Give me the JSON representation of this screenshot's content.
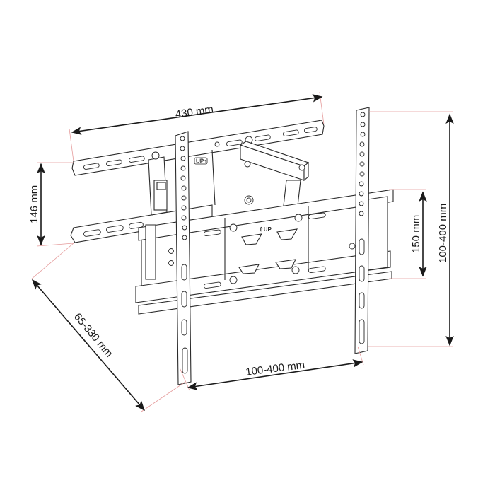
{
  "diagram": {
    "subject": "Full-motion TV wall mount bracket with articulating arm",
    "dimensions": {
      "wall_plate_width": "430 mm",
      "wall_plate_height": "146 mm",
      "arm_extension": "65-330 mm",
      "vesa_horizontal": "100-400 mm",
      "vesa_vertical": "100-400 mm",
      "tv_plate_height": "150 mm"
    },
    "part_labels": {
      "up_tag_arm": "UP↑",
      "up_tag_plate": "⇧UP"
    },
    "colors": {
      "line": "#2a2a2a",
      "dimension": "#1a1a1a",
      "extension_line": "#e59a9a",
      "background": "#ffffff"
    }
  }
}
